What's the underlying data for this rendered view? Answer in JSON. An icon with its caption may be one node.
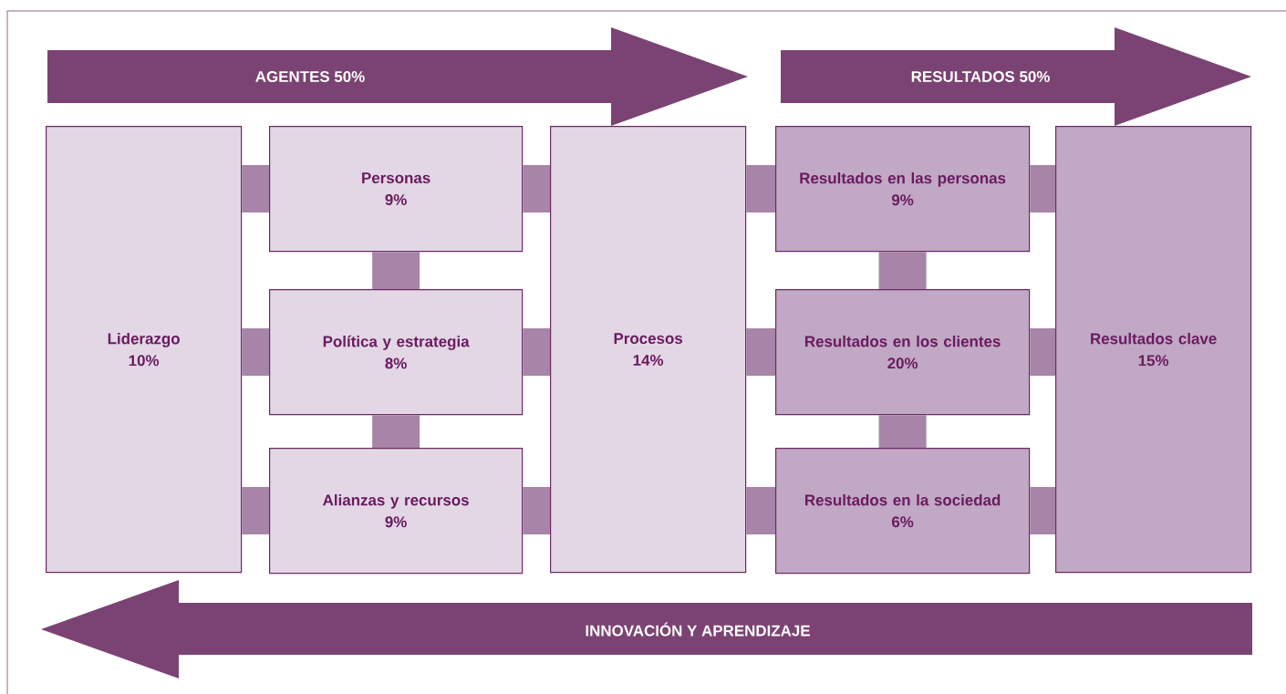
{
  "diagram": {
    "nodes": [
      {
        "text": [
          "AGENTES 50%"
        ]
      },
      {
        "text": [
          "RESULTADOS 50%"
        ]
      },
      {
        "text": [
          "Liderazgo",
          "10%"
        ]
      },
      {
        "text": [
          "Personas",
          "9%"
        ]
      },
      {
        "text": [
          "Política y estrategia",
          "8%"
        ]
      },
      {
        "text": [
          "Alianzas y recursos",
          "9%"
        ]
      },
      {
        "text": [
          "Procesos",
          "14%"
        ]
      },
      {
        "text": [
          "Resultados en las personas",
          "9%"
        ]
      },
      {
        "text": [
          "Resultados en los clientes",
          "20%"
        ]
      },
      {
        "text": [
          "Resultados en la sociedad",
          "6%"
        ]
      },
      {
        "text": [
          "Resultados clave",
          "15%"
        ]
      },
      {
        "text": [
          "INNOVACIÓN Y APRENDIZAJE"
        ]
      }
    ],
    "edges": [
      {
        "from": 2,
        "to": 3,
        "arrow": "none"
      },
      {
        "from": 2,
        "to": 4,
        "arrow": "none"
      },
      {
        "from": 2,
        "to": 5,
        "arrow": "none"
      },
      {
        "from": 3,
        "to": 4,
        "arrow": "none"
      },
      {
        "from": 4,
        "to": 5,
        "arrow": "none"
      },
      {
        "from": 3,
        "to": 6,
        "arrow": "none"
      },
      {
        "from": 4,
        "to": 6,
        "arrow": "none"
      },
      {
        "from": 5,
        "to": 6,
        "arrow": "none"
      },
      {
        "from": 6,
        "to": 7,
        "arrow": "none"
      },
      {
        "from": 6,
        "to": 8,
        "arrow": "none"
      },
      {
        "from": 6,
        "to": 9,
        "arrow": "none"
      },
      {
        "from": 7,
        "to": 8,
        "arrow": "none"
      },
      {
        "from": 8,
        "to": 9,
        "arrow": "none"
      },
      {
        "from": 7,
        "to": 10,
        "arrow": "none"
      },
      {
        "from": 8,
        "to": 10,
        "arrow": "none"
      },
      {
        "from": 9,
        "to": 10,
        "arrow": "none"
      }
    ]
  }
}
